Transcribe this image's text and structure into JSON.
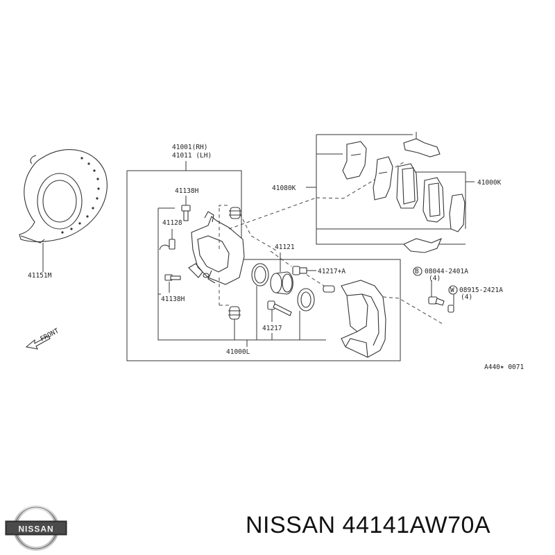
{
  "diagram": {
    "labels": {
      "caliper_rh": "41001(RH)",
      "caliper_lh": "41011 (LH)",
      "bolt_top": "41138H",
      "bolt_bottom": "41138H",
      "bleeder": "41128",
      "pad_kit": "41080K",
      "pad_set": "41000K",
      "piston_seal": "41121",
      "pin_a": "41217+A",
      "pin": "41217",
      "caliper_assy": "41000L",
      "baffle": "41151M",
      "bolt_b": "08044-2401A",
      "bolt_b_qty": "(4)",
      "washer_w": "08915-2421A",
      "washer_w_qty": "(4)",
      "circle_b": "B",
      "circle_w": "W",
      "front": "FRONT",
      "ref_code": "A440✶ 0071"
    }
  },
  "brand": {
    "logo_text": "NISSAN",
    "part_title": "NISSAN 44141AW70A"
  }
}
